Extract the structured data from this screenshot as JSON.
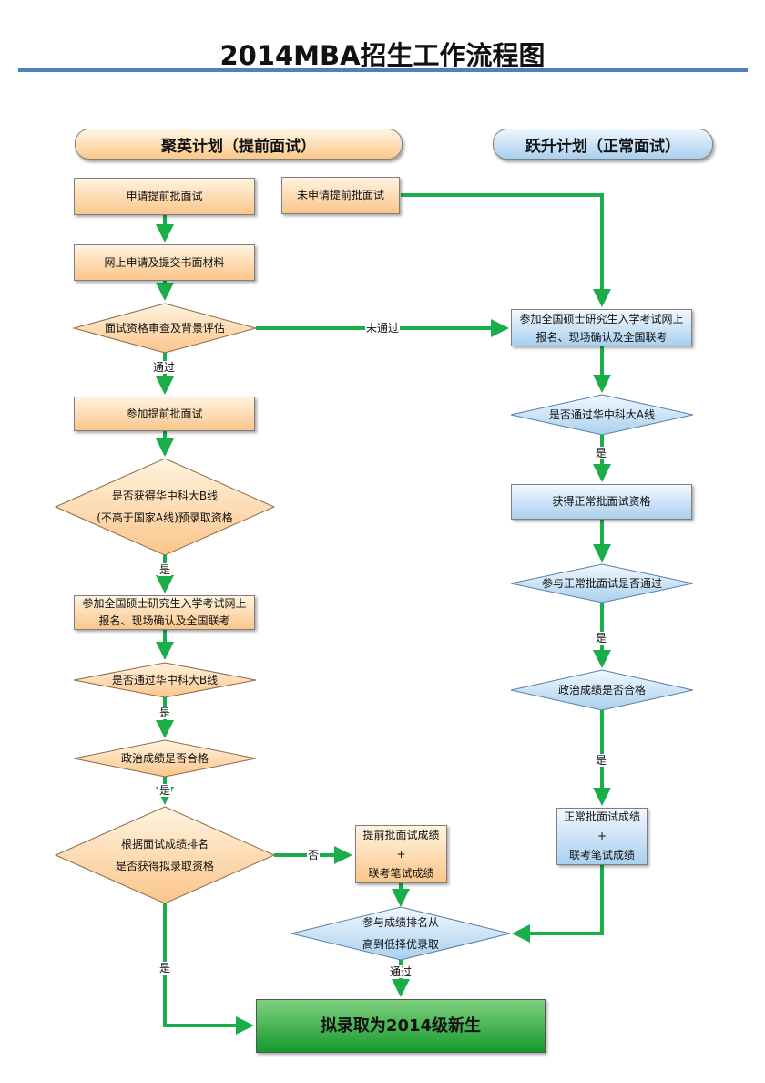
{
  "title": "2014MBA招生工作流程图",
  "headers": {
    "left": "聚英计划（提前面试）",
    "right": "跃升计划（正常面试）"
  },
  "nodes": {
    "apply_early": "申请提前批面试",
    "online_apply": "网上申请及提交书面材料",
    "qualify_review": "面试资格审查及背景评估",
    "attend_early": "参加提前批面试",
    "get_b_line_1": "是否获得华中科大B线",
    "get_b_line_2": "(不高于国家A线)预录取资格",
    "register_left_1": "参加全国硕士研究生入学考试网上",
    "register_left_2": "报名、现场确认及全国联考",
    "pass_b_line": "是否通过华中科大B线",
    "politics_left": "政治成绩是否合格",
    "rank_1": "根据面试成绩排名",
    "rank_2": "是否获得拟录取资格",
    "early_score_1": "提前批面试成绩",
    "early_score_plus": "+",
    "early_score_2": "联考笔试成绩",
    "merit_1": "参与成绩排名从",
    "merit_2": "高到低择优录取",
    "final": "拟录取为2014级新生",
    "not_apply": "未申请提前批面试",
    "register_right_1": "参加全国硕士研究生入学考试网上",
    "register_right_2": "报名、现场确认及全国联考",
    "pass_a_line": "是否通过华中科大A线",
    "normal_qual": "获得正常批面试资格",
    "normal_pass": "参与正常批面试是否通过",
    "politics_right": "政治成绩是否合格",
    "normal_score_1": "正常批面试成绩",
    "normal_score_plus": "+",
    "normal_score_2": "联考笔试成绩"
  },
  "edge_labels": {
    "not_passed": "未通过",
    "passed_1": "通过",
    "yes_1": "是",
    "yes_2": "是",
    "yes_3": "是",
    "no": "否",
    "yes_4": "是",
    "passed_2": "通过",
    "yes_r1": "是",
    "yes_r2": "是",
    "yes_r3": "是"
  },
  "colors": {
    "orange_node": "#fbc58a",
    "blue_node": "#a9d0ef",
    "green_final": "#169a2e",
    "arrow": "#1aae4a",
    "title_rule": "#4f81bd"
  }
}
